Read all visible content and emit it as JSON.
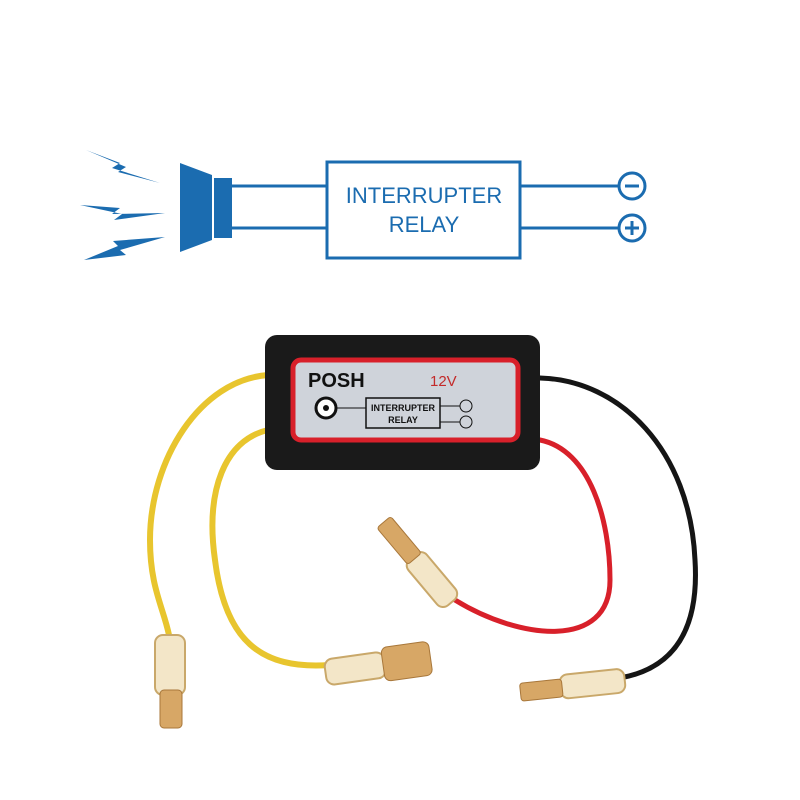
{
  "diagram": {
    "box_line1": "INTERRUPTER",
    "box_line2": "RELAY",
    "terminal_negative": "-",
    "terminal_positive": "+",
    "color": "#1b6cb0"
  },
  "product": {
    "brand": "POSH",
    "voltage": "12V",
    "label_line1": "INTERRUPTER",
    "label_line2": "RELAY",
    "wire_colors": {
      "yellow": "#f2d23a",
      "red": "#d8202a",
      "black": "#151515"
    }
  }
}
